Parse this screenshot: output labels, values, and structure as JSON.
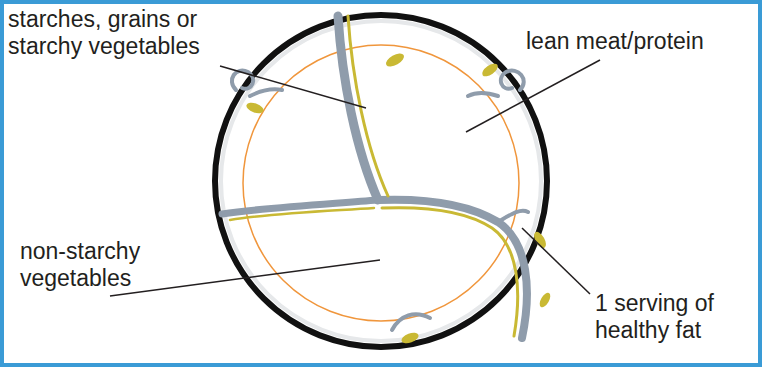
{
  "diagram": {
    "labels": [
      "starches, grains or starchy vegetables",
      "lean meat/protein",
      "non-starchy vegetables",
      "1 serving of healthy fat"
    ]
  }
}
